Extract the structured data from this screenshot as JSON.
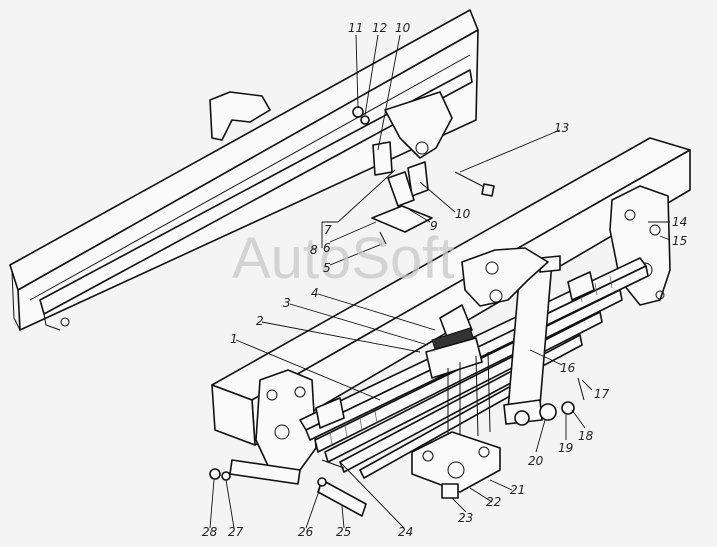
{
  "watermark": "AutoSoft",
  "callouts": [
    "1",
    "2",
    "3",
    "4",
    "5",
    "6",
    "7",
    "8",
    "9",
    "10",
    "10",
    "11",
    "12",
    "13",
    "14",
    "15",
    "16",
    "17",
    "18",
    "19",
    "20",
    "21",
    "22",
    "23",
    "24",
    "25",
    "26",
    "27",
    "28"
  ]
}
